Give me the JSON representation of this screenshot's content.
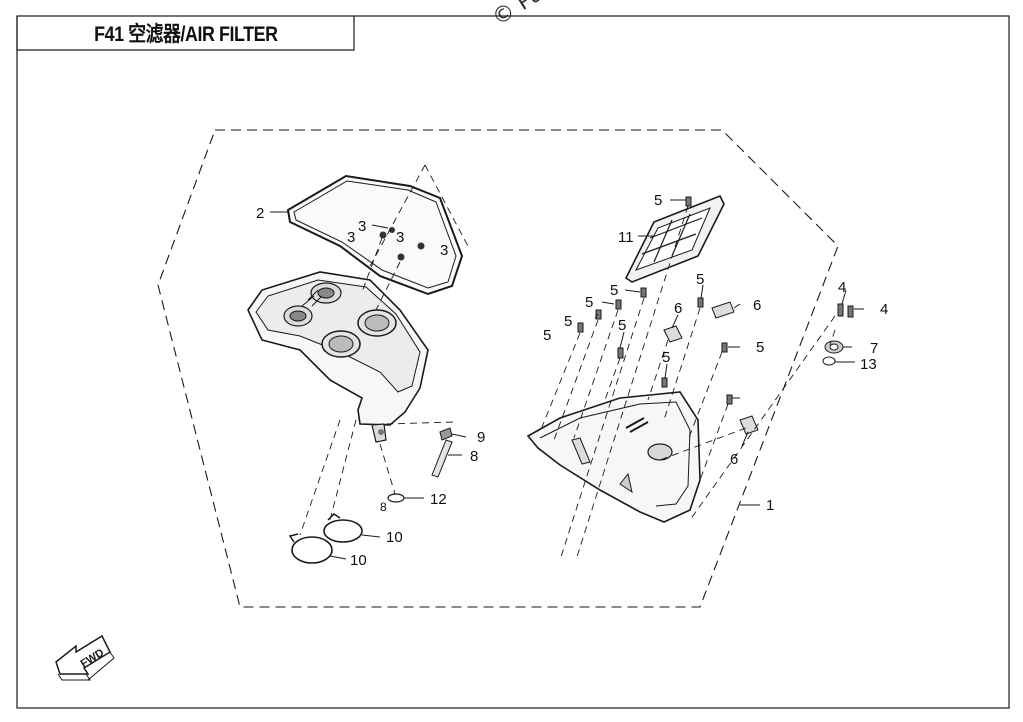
{
  "header": {
    "title": "F41  空滤器/AIR FILTER",
    "watermark": "© Partzilla"
  },
  "direction_marker": {
    "label": "FWD"
  },
  "callouts": [
    {
      "id": "c2",
      "label": "2"
    },
    {
      "id": "c3a",
      "label": "3"
    },
    {
      "id": "c3b",
      "label": "3"
    },
    {
      "id": "c3c",
      "label": "3"
    },
    {
      "id": "c3d",
      "label": "3"
    },
    {
      "id": "c5a",
      "label": "5"
    },
    {
      "id": "c11",
      "label": "11"
    },
    {
      "id": "c5b",
      "label": "5"
    },
    {
      "id": "c5c",
      "label": "5"
    },
    {
      "id": "c6a",
      "label": "6"
    },
    {
      "id": "c6b",
      "label": "6"
    },
    {
      "id": "c5d",
      "label": "5"
    },
    {
      "id": "c5e",
      "label": "5"
    },
    {
      "id": "c5f",
      "label": "5"
    },
    {
      "id": "c5g",
      "label": "5"
    },
    {
      "id": "c5h",
      "label": "5"
    },
    {
      "id": "c5i",
      "label": "5"
    },
    {
      "id": "c4a",
      "label": "4"
    },
    {
      "id": "c4b",
      "label": "4"
    },
    {
      "id": "c7",
      "label": "7"
    },
    {
      "id": "c13",
      "label": "13"
    },
    {
      "id": "c6c",
      "label": "6"
    },
    {
      "id": "c1",
      "label": "1"
    },
    {
      "id": "c9",
      "label": "9"
    },
    {
      "id": "c8a",
      "label": "8"
    },
    {
      "id": "c12",
      "label": "12"
    },
    {
      "id": "c8b",
      "label": "8"
    },
    {
      "id": "c10a",
      "label": "10"
    },
    {
      "id": "c10b",
      "label": "10"
    }
  ],
  "colors": {
    "line": "#1a1a1a",
    "part_fill": "#f4f4f4",
    "shade": "#bdbdbd",
    "dark": "#555555"
  }
}
